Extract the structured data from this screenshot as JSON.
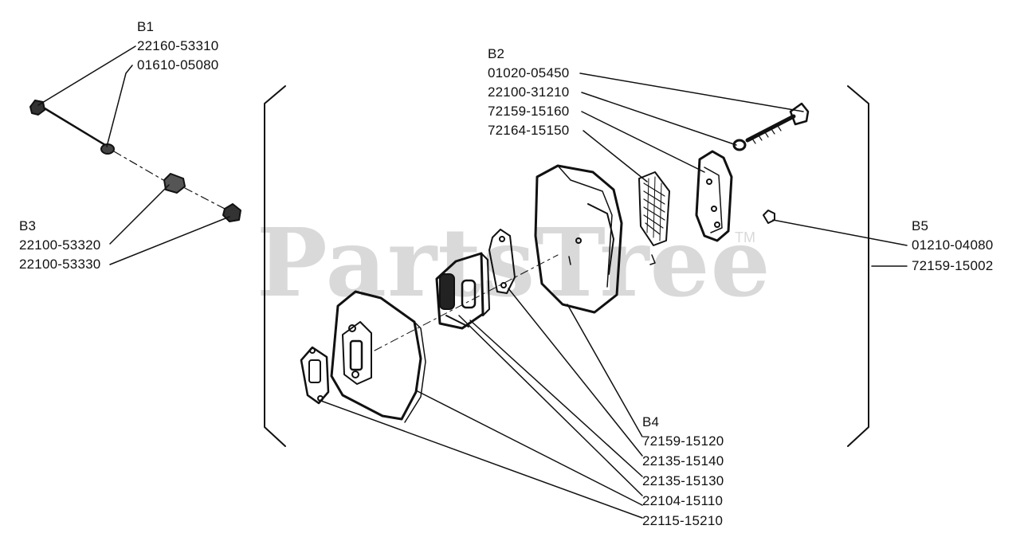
{
  "watermark": {
    "text": "PartsTree",
    "tm": "TM"
  },
  "groups": {
    "b1": {
      "title": "B1",
      "parts": [
        "22160-53310",
        "01610-05080"
      ]
    },
    "b2": {
      "title": "B2",
      "parts": [
        "01020-05450",
        "22100-31210",
        "72159-15160",
        "72164-15150"
      ]
    },
    "b3": {
      "title": "B3",
      "parts": [
        "22100-53320",
        "22100-53330"
      ]
    },
    "b4": {
      "title": "B4",
      "parts": [
        "72159-15120",
        "22135-15140",
        "22135-15130",
        "22104-15110",
        "22115-15210"
      ]
    },
    "b5": {
      "title": "B5",
      "parts": [
        "01210-04080",
        "72159-15002"
      ]
    }
  }
}
